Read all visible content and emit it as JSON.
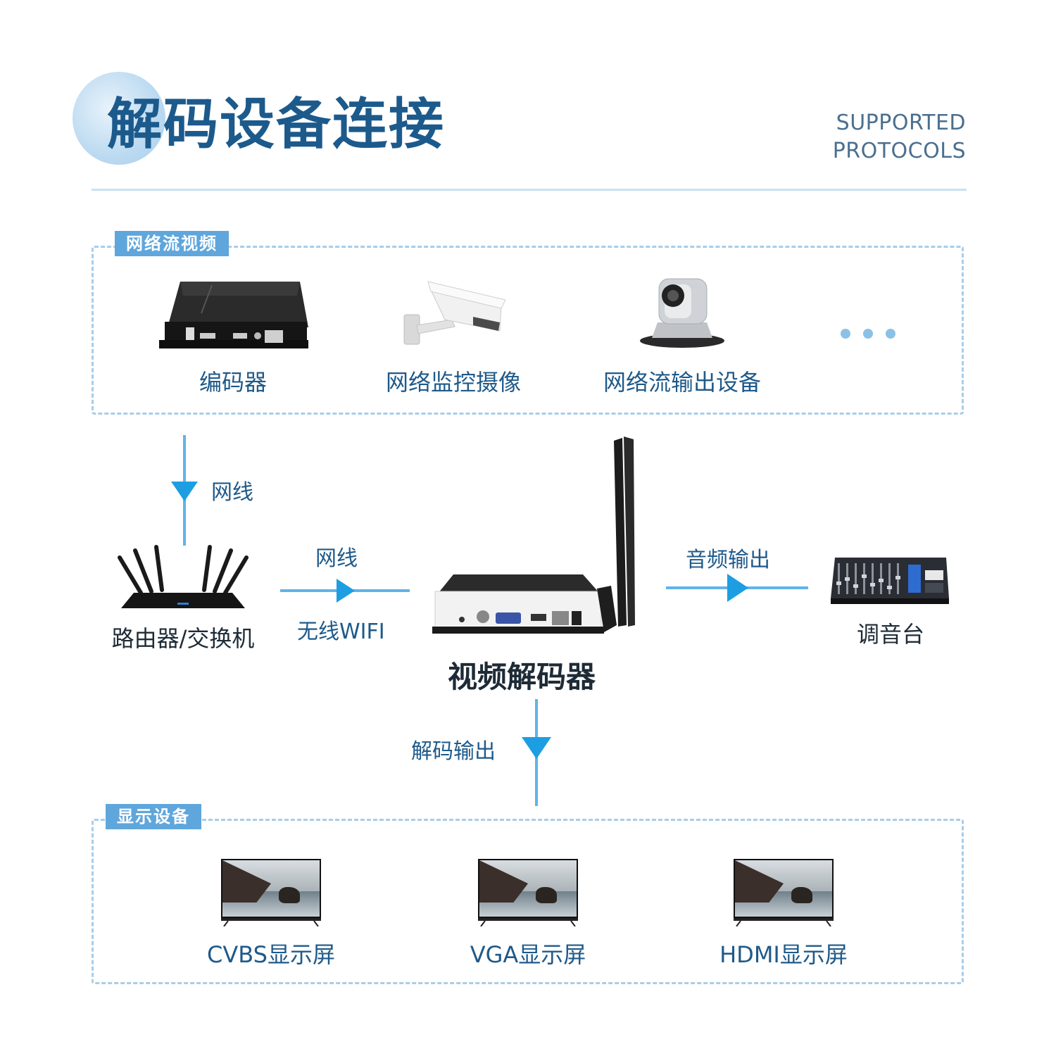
{
  "header": {
    "title": "解码设备连接",
    "subtitle_line1": "SUPPORTED",
    "subtitle_line2": "PROTOCOLS"
  },
  "sources": {
    "tag": "网络流视频",
    "items": [
      {
        "label": "编码器"
      },
      {
        "label": "网络监控摄像"
      },
      {
        "label": "网络流输出设备"
      }
    ]
  },
  "flow": {
    "link_down": "网线",
    "router_label": "路由器/交换机",
    "link_right_top": "网线",
    "link_right_bottom": "无线WIFI",
    "decoder_label": "视频解码器",
    "audio_out": "音频输出",
    "mixer_label": "调音台",
    "decode_out": "解码输出"
  },
  "displays": {
    "tag": "显示设备",
    "items": [
      {
        "label": "CVBS显示屏"
      },
      {
        "label": "VGA显示屏"
      },
      {
        "label": "HDMI显示屏"
      }
    ]
  },
  "colors": {
    "accent": "#5fa6dc",
    "title": "#1c5a8c",
    "dashed": "#a9cde8",
    "arrow": "#1d9ee3"
  }
}
